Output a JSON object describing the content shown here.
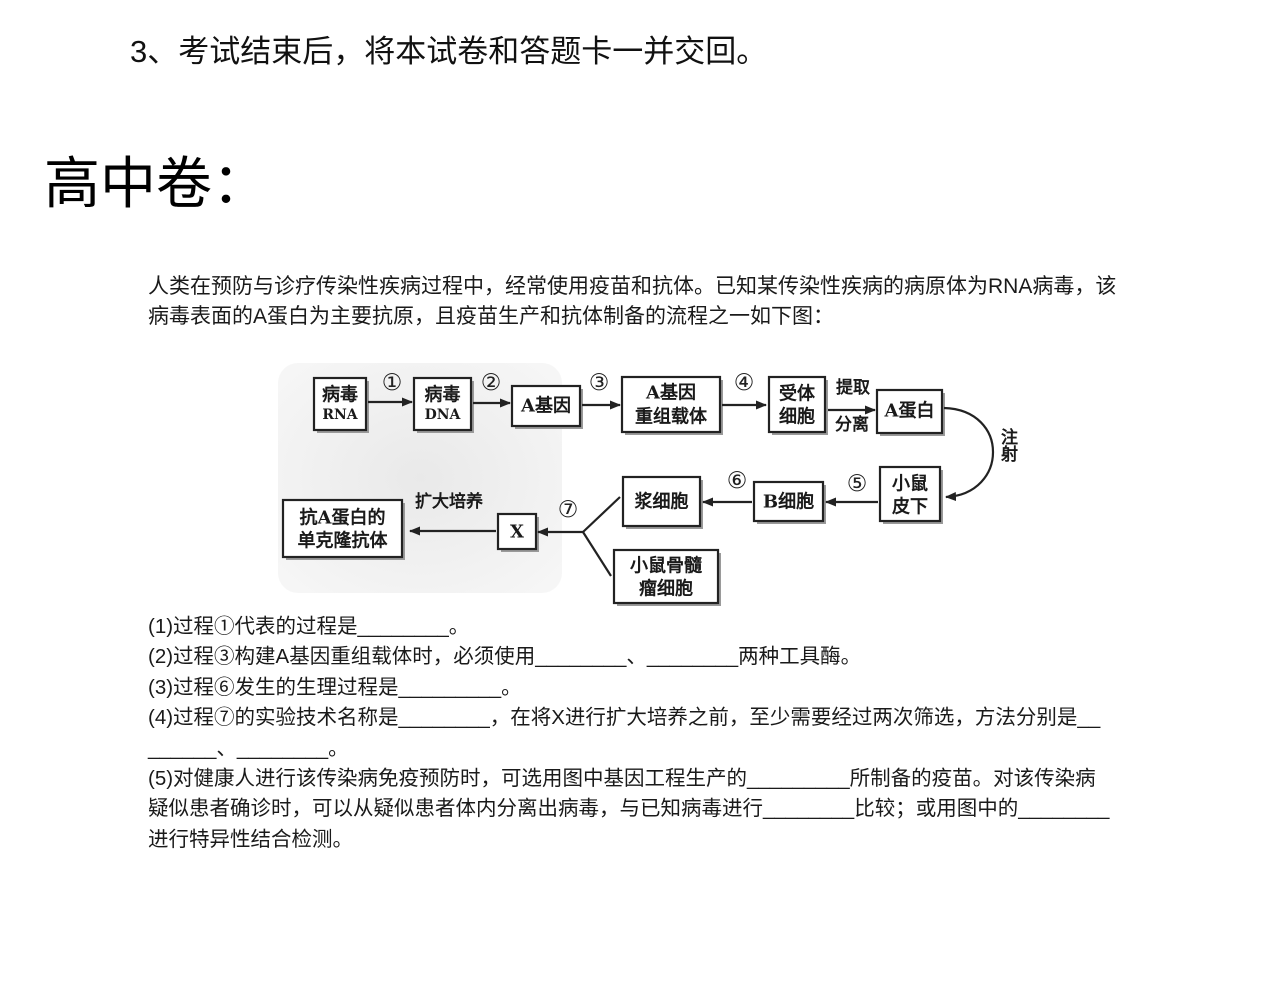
{
  "instructions": {
    "item3": "3、考试结束后，将本试卷和答题卡一并交回。"
  },
  "section_heading": "高中卷：",
  "question": {
    "intro_lines": [
      "人类在预防与诊疗传染性疾病过程中，经常使用疫苗和抗体。已知某传染性疾病的病原体为RNA病毒，该",
      "病毒表面的A蛋白为主要抗原，且疫苗生产和抗体制备的流程之一如下图："
    ],
    "diagram": {
      "nodes": {
        "virus_rna": [
          "病毒",
          "RNA"
        ],
        "virus_dna": [
          "病毒",
          "DNA"
        ],
        "gene_a": [
          "A基因"
        ],
        "recombinant_vector": [
          "A基因",
          "重组载体"
        ],
        "recipient_cell": [
          "受体",
          "细胞"
        ],
        "protein_a": [
          "A蛋白"
        ],
        "mouse_subcutaneous": [
          "小鼠",
          "皮下"
        ],
        "b_cell": [
          "B细胞"
        ],
        "plasma_cell": [
          "浆细胞"
        ],
        "myeloma_cell": [
          "小鼠骨髓",
          "瘤细胞"
        ],
        "x": [
          "X"
        ],
        "antibody": [
          "抗A蛋白的",
          "单克隆抗体"
        ]
      },
      "steps": [
        "①",
        "②",
        "③",
        "④",
        "⑤",
        "⑥",
        "⑦"
      ],
      "edge_labels": {
        "extract": "提取",
        "separate": "分离",
        "inject": "注射",
        "expand_culture": "扩大培养"
      }
    },
    "sub_question_lines": [
      "(1)过程①代表的过程是________。",
      "(2)过程③构建A基因重组载体时，必须使用________、________两种工具酶。",
      "(3)过程⑥发生的生理过程是_________。",
      "(4)过程⑦的实验技术名称是________，在将X进行扩大培养之前，至少需要经过两次筛选，方法分别是__",
      "______、________。",
      "(5)对健康人进行该传染病免疫预防时，可选用图中基因工程生产的_________所制备的疫苗。对该传染病",
      "疑似患者确诊时，可以从疑似患者体内分离出病毒，与已知病毒进行________比较；或用图中的________",
      "进行特异性结合检测。"
    ]
  }
}
